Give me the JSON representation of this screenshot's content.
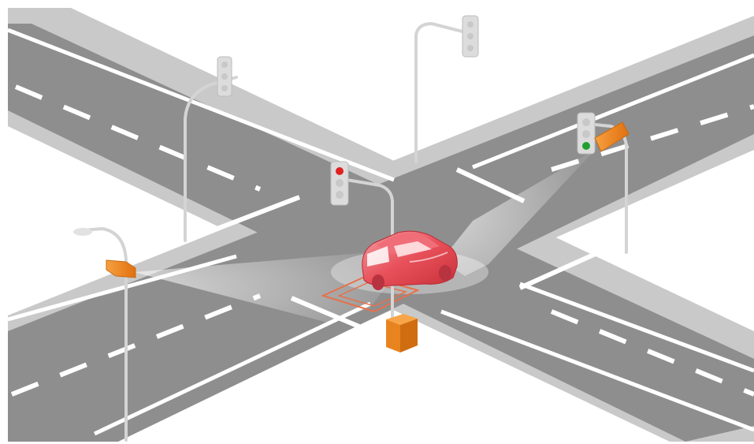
{
  "scene": {
    "subject": "intersection-traffic-illustration",
    "colors": {
      "background": "#ffffff",
      "sidewalk": "#c9c9c9",
      "asphalt": "#8e8e8e",
      "lane_marking": "#ffffff",
      "car_body": "#e8505a",
      "sensor": "#f08a1e",
      "signal_red": "#e02020",
      "signal_green": "#20a030",
      "pole": "#cfcfcf",
      "detection_loop": "#e8704a"
    },
    "traffic_lights": [
      {
        "id": "center",
        "active": "red"
      },
      {
        "id": "right",
        "active": "green"
      },
      {
        "id": "top-left",
        "active": "none"
      },
      {
        "id": "top-center",
        "active": "none"
      }
    ],
    "sensors": [
      {
        "id": "left-pole-sensor"
      },
      {
        "id": "right-pole-sensor"
      },
      {
        "id": "ground-sensor-box"
      }
    ]
  }
}
